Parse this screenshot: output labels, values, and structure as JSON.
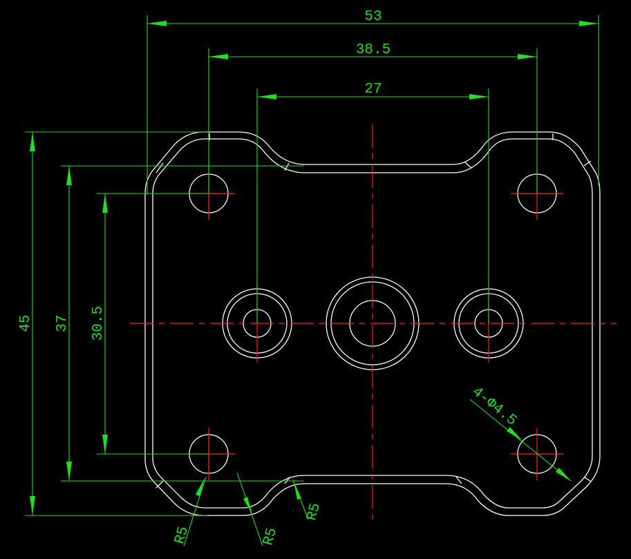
{
  "colors": {
    "background": "#000000",
    "outline": "#ffffff",
    "centerline": "#ff2020",
    "dimension": "#22dd22"
  },
  "dimensions": {
    "overall_width": "53",
    "outer_hole_spacing": "38.5",
    "inner_hole_spacing": "27",
    "overall_height": "45",
    "notch_height": "37",
    "hole_vertical_spacing": "30.5",
    "hole_callout": "4-Φ4.5",
    "radius_left": "R5",
    "radius_middle": "R5",
    "radius_right": "R5"
  }
}
